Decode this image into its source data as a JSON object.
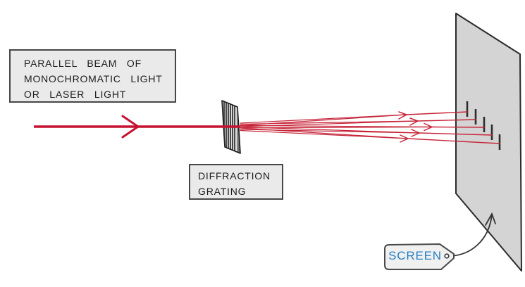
{
  "labels": {
    "source_box": {
      "line1": "PARALLEL BEAM OF",
      "line2": "MONOCHROMATIC LIGHT",
      "line3": "OR LASER LIGHT"
    },
    "grating_box": {
      "line1": "DIFFRACTION",
      "line2": "GRATING"
    },
    "screen_tag": {
      "text": "SCREEN"
    }
  },
  "figure": {
    "beam_direction": "left-to-right",
    "num_diffracted_rays": 5,
    "num_screen_marks": 5
  },
  "colors": {
    "background": "#ffffff",
    "beam_red": "#c51230",
    "ray_red": "#c62438",
    "box_fill": "#eaeaea",
    "box_border": "#464646",
    "grating_fill": "#dcdcdc",
    "grating_stripe": "#3a3a3a",
    "grating_side": "#707070",
    "grating_outline": "#1c1c1c",
    "screen_fill": "#d4d4d4",
    "screen_border": "#2b2b2b",
    "tick_color": "#2e2e2e",
    "annotation_line": "#333333",
    "tag_fill": "#f0f0f0",
    "tag_border": "#4a4a4a",
    "screen_text_blue": "#2680c2",
    "label_text": "#1c1c1c"
  }
}
